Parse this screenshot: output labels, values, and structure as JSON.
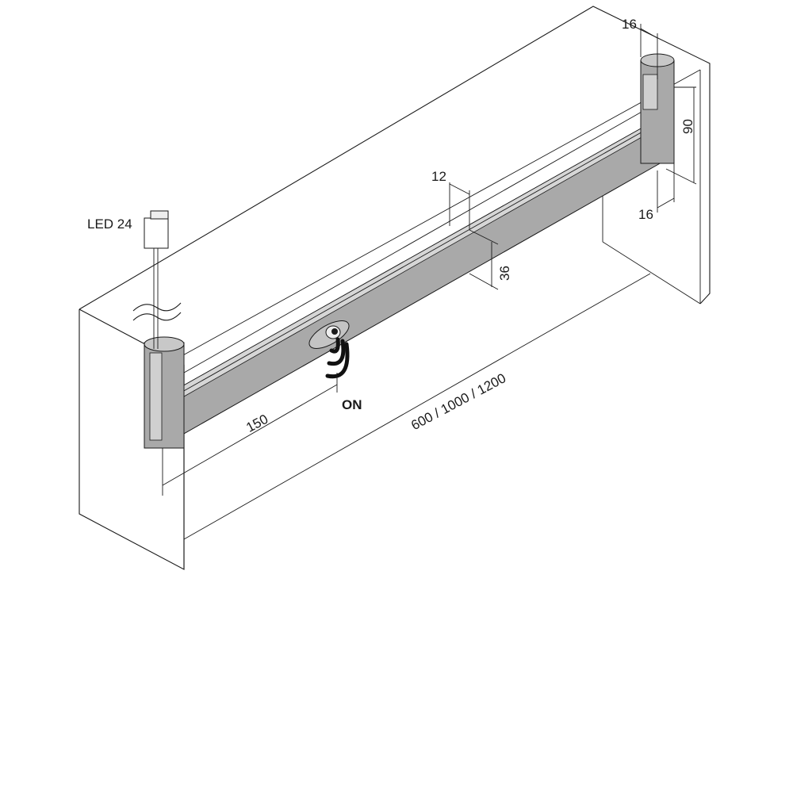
{
  "labels": {
    "connector": "LED 24",
    "switch_state": "ON",
    "dim_switch_offset": "150",
    "dim_length": "600 / 1000 / 1200",
    "dim_profile_width": "12",
    "dim_profile_height": "36",
    "dim_bracket_height": "90",
    "dim_bracket_top": "16",
    "dim_bracket_bottom": "16"
  },
  "colors": {
    "profile": "#a9a9a9",
    "profile_light": "#d6d6d6",
    "line": "#1a1a1a"
  }
}
